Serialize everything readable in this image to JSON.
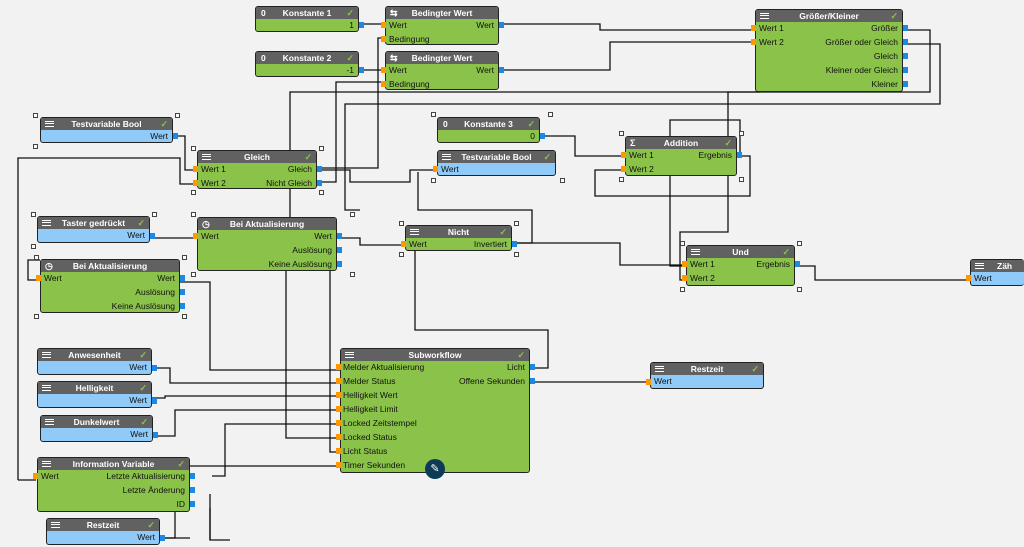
{
  "nodes": {
    "konst1": {
      "title": "Konstante 1",
      "zero": "0",
      "value": "1"
    },
    "konst2": {
      "title": "Konstante 2",
      "zero": "0",
      "value": "-1"
    },
    "konst3": {
      "title": "Konstante 3",
      "zero": "0",
      "value": "0"
    },
    "bedingt1": {
      "title": "Bedingter Wert",
      "in1": "Wert",
      "in2": "Bedingung",
      "out1": "Wert"
    },
    "bedingt2": {
      "title": "Bedingter Wert",
      "in1": "Wert",
      "in2": "Bedingung",
      "out1": "Wert"
    },
    "groesser": {
      "title": "Größer/Kleiner",
      "in1": "Wert 1",
      "in2": "Wert 2",
      "out1": "Größer",
      "out2": "Größer oder Gleich",
      "out3": "Gleich",
      "out4": "Kleiner oder Gleich",
      "out5": "Kleiner"
    },
    "testbool1": {
      "title": "Testvariable Bool",
      "out1": "Wert"
    },
    "testbool2": {
      "title": "Testvariable Bool",
      "in1": "Wert"
    },
    "gleich": {
      "title": "Gleich",
      "in1": "Wert 1",
      "in2": "Wert 2",
      "out1": "Gleich",
      "out2": "Nicht Gleich"
    },
    "addition": {
      "title": "Addition",
      "in1": "Wert 1",
      "in2": "Wert 2",
      "out1": "Ergebnis"
    },
    "taster": {
      "title": "Taster gedrückt",
      "out1": "Wert"
    },
    "beiakt1": {
      "title": "Bei Aktualisierung",
      "in1": "Wert",
      "out1": "Wert",
      "out2": "Auslösung",
      "out3": "Keine Auslösung"
    },
    "beiakt2": {
      "title": "Bei Aktualisierung",
      "in1": "Wert",
      "out1": "Wert",
      "out2": "Auslösung",
      "out3": "Keine Auslösung"
    },
    "nicht": {
      "title": "Nicht",
      "in1": "Wert",
      "out1": "Invertiert"
    },
    "und": {
      "title": "Und",
      "in1": "Wert 1",
      "in2": "Wert 2",
      "out1": "Ergebnis"
    },
    "zaehler": {
      "title": "Zäh",
      "in1": "Wert"
    },
    "anwesenheit": {
      "title": "Anwesenheit",
      "out1": "Wert"
    },
    "helligkeit": {
      "title": "Helligkeit",
      "out1": "Wert"
    },
    "dunkelwert": {
      "title": "Dunkelwert",
      "out1": "Wert"
    },
    "infovar": {
      "title": "Information Variable",
      "in1": "Wert",
      "out1": "Letzte Aktualisierung",
      "out2": "Letzte Änderung",
      "out3": "ID"
    },
    "restzeit1": {
      "title": "Restzeit",
      "out1": "Wert"
    },
    "restzeit2": {
      "title": "Restzeit",
      "in1": "Wert"
    },
    "subworkflow": {
      "title": "Subworkflow",
      "in1": "Melder Aktualisierung",
      "in2": "Melder Status",
      "in3": "Helligkeit Wert",
      "in4": "Helligkeit Limit",
      "in5": "Locked Zeitstempel",
      "in6": "Locked Status",
      "in7": "Licht Status",
      "in8": "Timer Sekunden",
      "out1": "Licht",
      "out2": "Offene Sekunden"
    }
  },
  "icons": {
    "check": "✓",
    "edit": "✎",
    "clock": "◷",
    "sigma": "Σ",
    "switch": "⇆"
  },
  "colors": {
    "node_green": "#8bc34a",
    "node_blue": "#90caf9",
    "header": "#616161",
    "input_port": "#ff9800",
    "output_port": "#1e88e5",
    "edit_button": "#0d3a57"
  }
}
